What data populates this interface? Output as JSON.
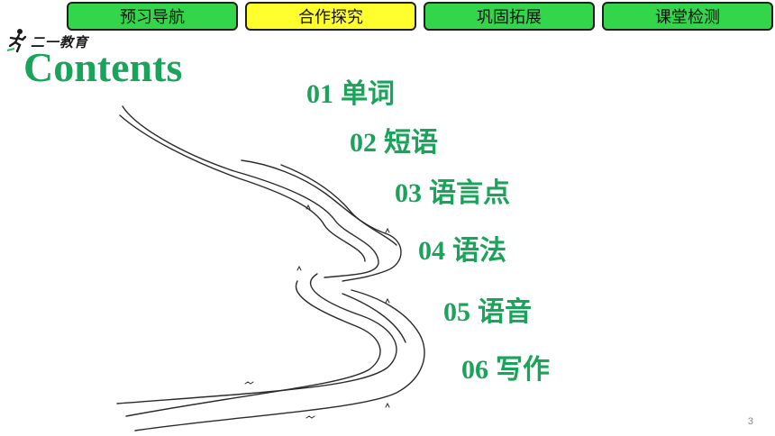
{
  "nav": {
    "tabs": [
      {
        "label": "预习导航",
        "active": false
      },
      {
        "label": "合作探究",
        "active": true
      },
      {
        "label": "巩固拓展",
        "active": false
      },
      {
        "label": "课堂检测",
        "active": false
      }
    ]
  },
  "logo": {
    "text": "二一教育",
    "icon": "runner-icon"
  },
  "title": "Contents",
  "items": [
    {
      "num": "01",
      "text": "单词"
    },
    {
      "num": "02",
      "text": "短语"
    },
    {
      "num": "03",
      "text": "语言点"
    },
    {
      "num": "04",
      "text": "语法"
    },
    {
      "num": "05",
      "text": "语音"
    },
    {
      "num": "06",
      "text": "写作"
    }
  ],
  "page_number": "3",
  "colors": {
    "tab_green": "#33d54a",
    "tab_active_yellow": "#ffff2e",
    "heading_green": "#1aa35a"
  }
}
